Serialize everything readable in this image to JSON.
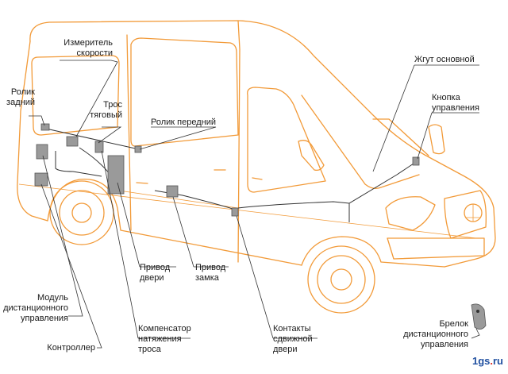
{
  "labels": {
    "speed_meter": "Измеритель\nскорости",
    "rear_roller": "Ролик\nзадний",
    "traction_cable": "Трос\nтяговый",
    "front_roller": "Ролик передний",
    "main_harness": "Жгут основной",
    "control_button": "Кнопка\nуправления",
    "door_drive": "Привод\nдвери",
    "lock_drive": "Привод\nзамка",
    "remote_module": "Модуль\nдистанционного\nуправления",
    "tension_compensator": "Компенсатор\nнатяжения\nтроса",
    "controller": "Контроллер",
    "sliding_door_contacts": "Контакты\nсдвижной\nдвери",
    "key_fob": "Брелок\nдистанционного\nуправления"
  },
  "watermark": {
    "text": "1gs",
    "dot": ".",
    "suffix": "ru"
  },
  "colors": {
    "van_outline": "#f29a38",
    "leader_lines": "#333333",
    "watermark": "#1f4fa0",
    "watermark_dot": "#e0261b"
  }
}
